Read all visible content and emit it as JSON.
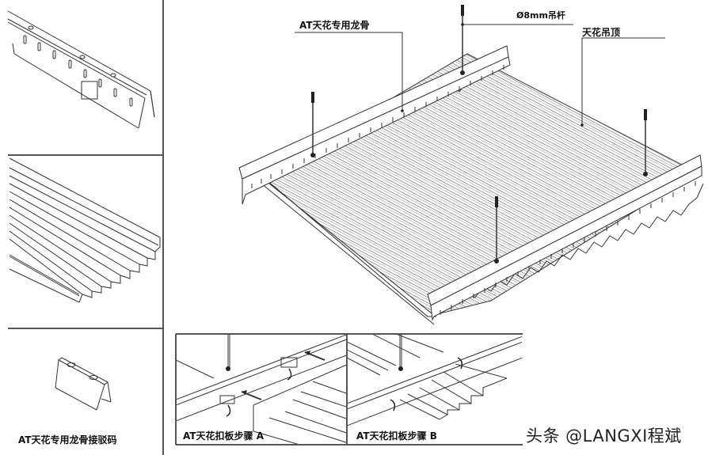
{
  "figure": {
    "title": "AT strip ceiling installation diagram",
    "main_view": {
      "labels": {
        "keel": "AT天花专用龙骨",
        "rod": "Ø8mm吊杆",
        "ceiling": "天花吊顶"
      },
      "hanger_rod_count": 4,
      "keel_count": 2
    },
    "left_panels": [
      {
        "name": "keel-detail",
        "caption": ""
      },
      {
        "name": "strip-panel-detail",
        "caption": ""
      },
      {
        "name": "connector-detail",
        "caption": "AT天花专用龙骨接驳码"
      }
    ],
    "step_panels": [
      {
        "name": "step-a",
        "caption": "AT天花扣板步骤 A"
      },
      {
        "name": "step-b",
        "caption": "AT天花扣板步骤 B"
      }
    ],
    "watermark": "头条 @LANGXI程斌",
    "colors": {
      "line": "#333333",
      "background": "#ffffff",
      "text": "#111111"
    }
  }
}
